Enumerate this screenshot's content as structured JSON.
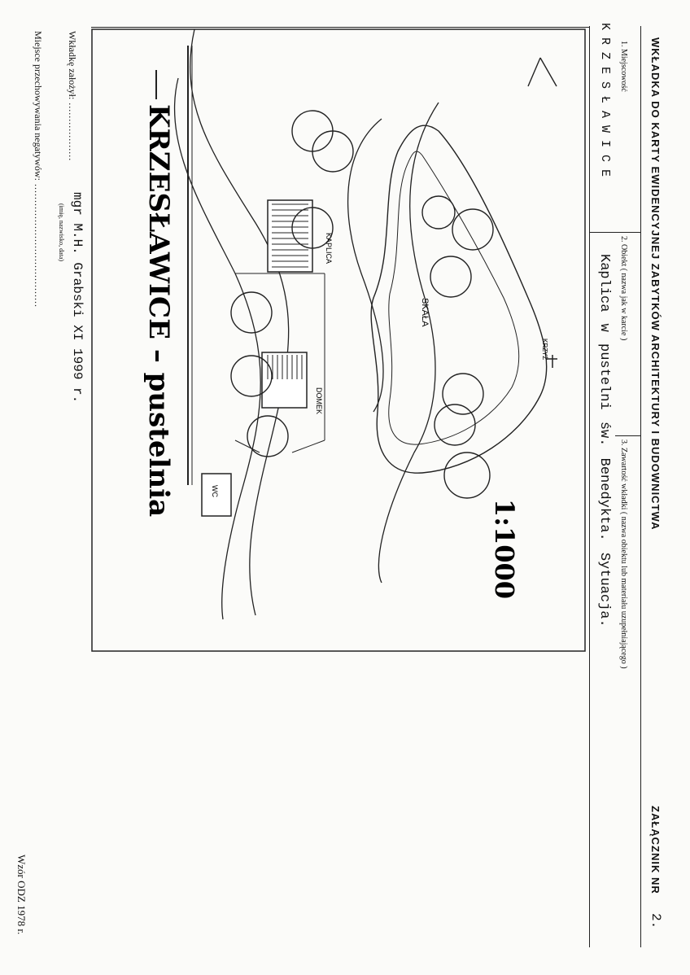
{
  "form": {
    "header_title": "WKŁADKA DO KARTY EWIDENCYJNEJ ZABYTKÓW ARCHITEKTURY I BUDOWNICTWA",
    "annex_label": "ZAŁĄCZNIK NR",
    "annex_number": "2.",
    "field_place_label": "1. Miejscowość",
    "field_place_value": "KRZESŁAWICE",
    "field_object_label": "2. Obiekt ( nazwa jak w karcie )",
    "field_content_label": "3. Zawartość wkładki ( nazwa obiektu lub materiału uzupełniającego )",
    "description_value": "Kaplica w pustelni św. Benedykta. Sytuacja.",
    "author_label": "Wkładkę założył:",
    "author_value": "mgr M.H. Grabski XI 1999 r.",
    "author_hint": "(imię, nazwisko, data)",
    "negatives_label": "Miejsce przechowywania negatywów:",
    "footer_code": "Wzór ODZ 1978 r."
  },
  "drawing": {
    "title": "KRZESŁAWICE – pustelnia",
    "scale": "1:1000",
    "labels": {
      "chapel": "KAPLICA",
      "house": "DOMEK",
      "rock": "SKAŁA",
      "cross": "KRZYŻ",
      "toilet": "WC"
    }
  }
}
